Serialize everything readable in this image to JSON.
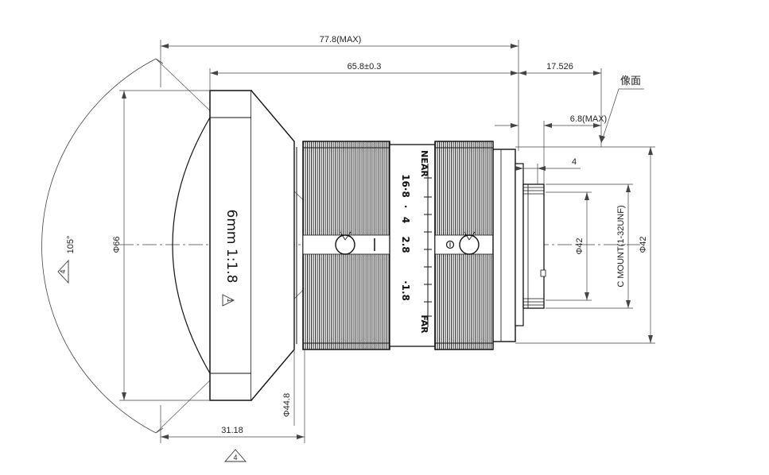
{
  "dimensions": {
    "overall_length": "77.8(MAX)",
    "body_length": "65.8±0.3",
    "flange_back": "17.526",
    "image_plane": "像面",
    "protrusion": "6.8(MAX)",
    "thread_length": "4",
    "front_diameter": "Φ66",
    "field_angle": "105°",
    "mount_diameter": "Φ42",
    "thread_diameter": "Φ42",
    "mount_type": "C MOUNT(1-32UNF)",
    "barrel_diameter": "Φ44.8",
    "front_length": "31.18"
  },
  "lens_marking": "6mm 1:1.8",
  "revision_note_number": "1",
  "tolerance_note_number": "4",
  "focus_ring": {
    "near_label": "NEAR",
    "far_label": "FAR"
  },
  "aperture_scale": [
    "16·8",
    "·",
    "4",
    "2.8",
    "·1.8"
  ]
}
